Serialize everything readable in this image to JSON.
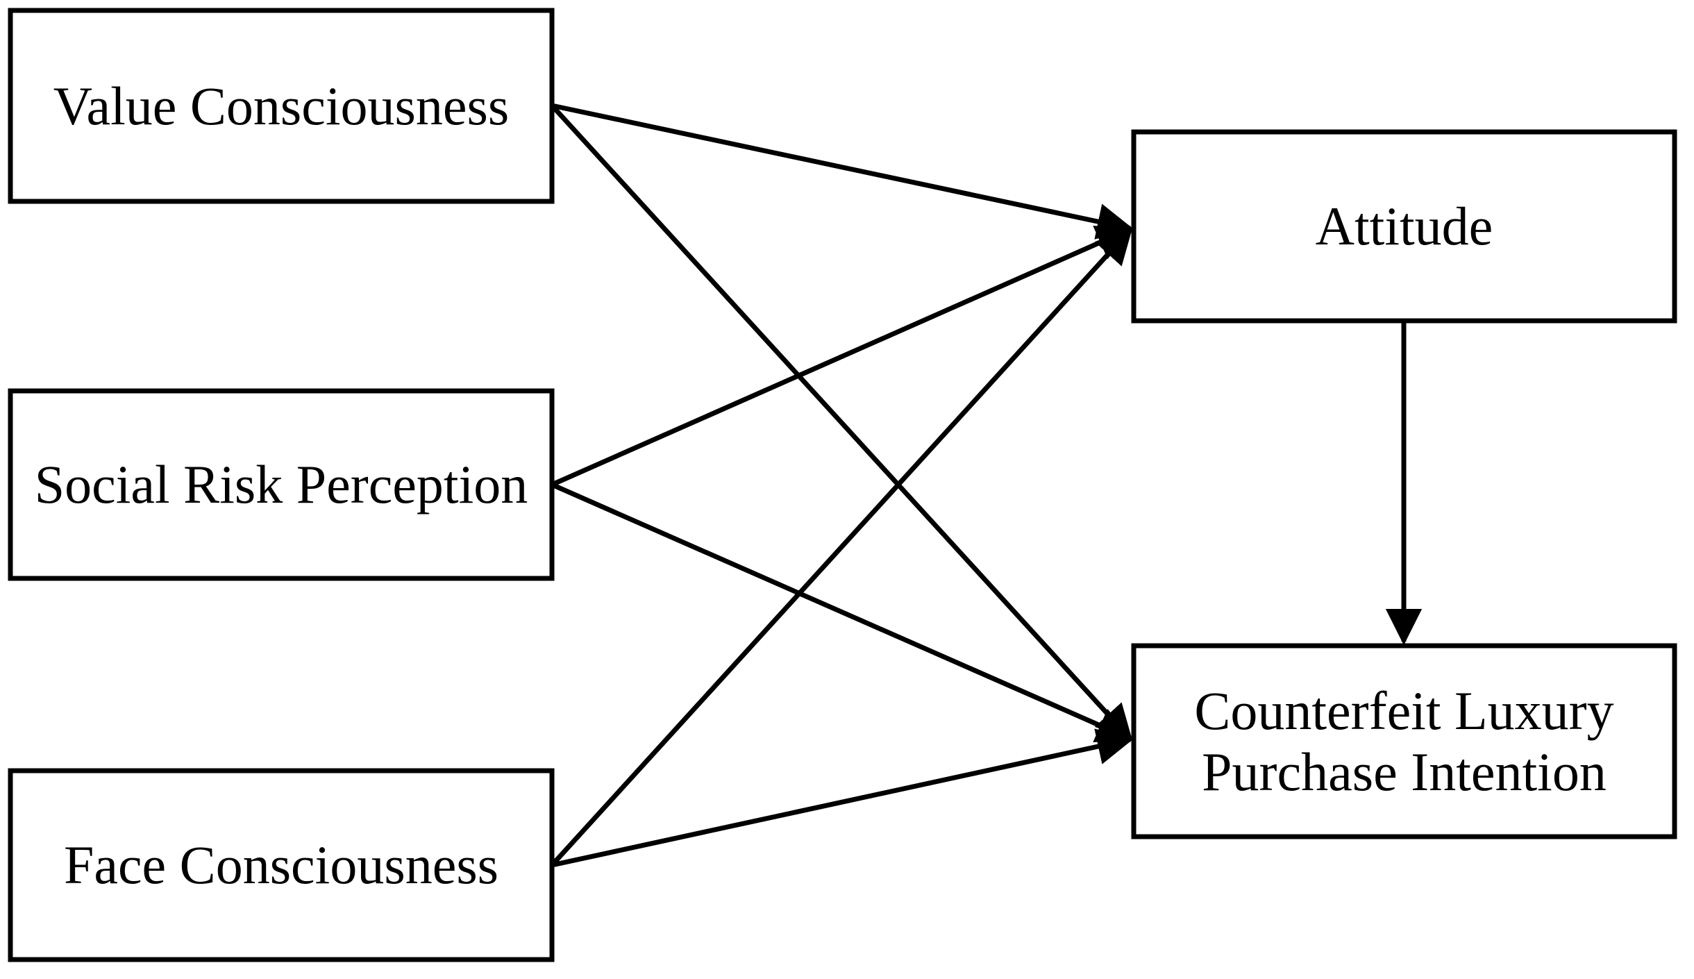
{
  "diagram": {
    "background_color": "#ffffff",
    "line_color": "#000000",
    "nodes": [
      {
        "id": "value-consciousness",
        "label": "Value Consciousness"
      },
      {
        "id": "social-risk-perception",
        "label": "Social Risk Perception"
      },
      {
        "id": "face-consciousness",
        "label": "Face Consciousness"
      },
      {
        "id": "attitude",
        "label": "Attitude"
      },
      {
        "id": "counterfeit-luxury-purchase-intention",
        "label": "Counterfeit Luxury Purchase Intention"
      }
    ],
    "edges": [
      {
        "from": "value-consciousness",
        "to": "attitude"
      },
      {
        "from": "value-consciousness",
        "to": "counterfeit-luxury-purchase-intention"
      },
      {
        "from": "social-risk-perception",
        "to": "attitude"
      },
      {
        "from": "social-risk-perception",
        "to": "counterfeit-luxury-purchase-intention"
      },
      {
        "from": "face-consciousness",
        "to": "attitude"
      },
      {
        "from": "face-consciousness",
        "to": "counterfeit-luxury-purchase-intention"
      },
      {
        "from": "attitude",
        "to": "counterfeit-luxury-purchase-intention"
      }
    ]
  }
}
